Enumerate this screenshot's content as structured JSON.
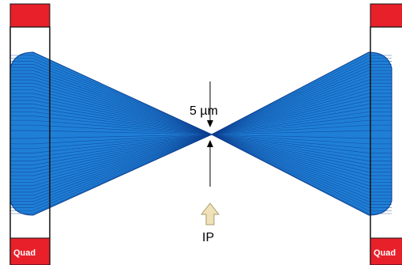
{
  "labels": {
    "quad_left": "Quad",
    "quad_right": "Quad",
    "spot_size_number": "5 ",
    "spot_size_unit": "µm",
    "ip": "IP"
  },
  "colors": {
    "beam_fill": "#1f7fd6",
    "beam_line": "#0d3f8f",
    "quad_cap": "#e8202a",
    "quad_outline": "#111111",
    "arrow_fill": "#efe2b8",
    "arrow_stroke": "#a99a6c"
  }
}
